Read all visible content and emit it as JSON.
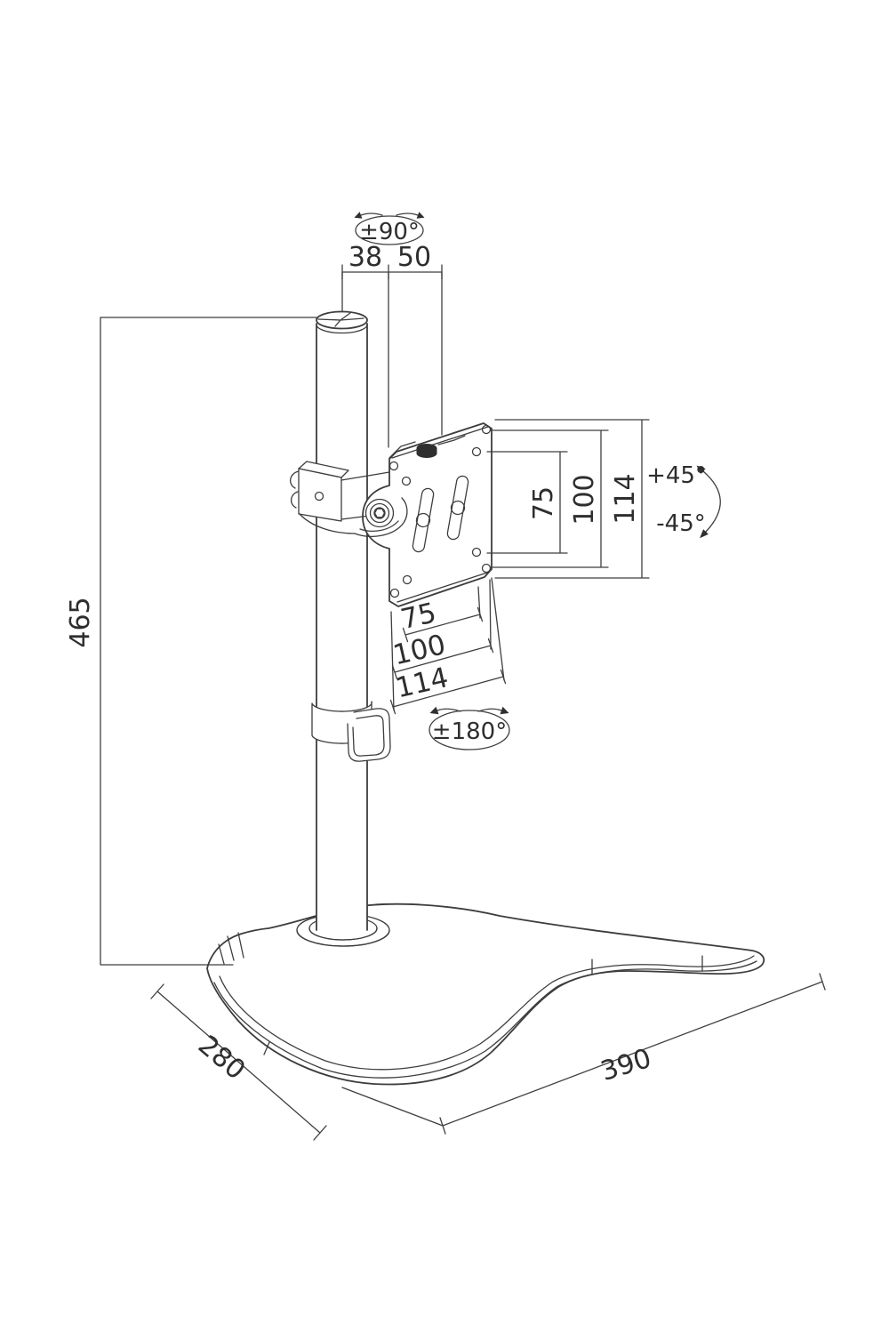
{
  "colors": {
    "background": "#ffffff",
    "line": "#3d3d3d",
    "text": "#2e2e2e",
    "knob": "#2f2f2f"
  },
  "drawing": {
    "subject": "free-standing monitor desk stand dimension drawing",
    "labels": {
      "rotation_top": "±90°",
      "top_width_left": "38",
      "top_width_right": "50",
      "pole_height": "465",
      "vesa_vertical_inner": "75",
      "vesa_vertical_middle": "100",
      "vesa_vertical_outer": "114",
      "tilt_up": "+45°",
      "tilt_down": "-45°",
      "vesa_horizontal_inner": "75",
      "vesa_horizontal_middle": "100",
      "vesa_horizontal_outer": "114",
      "rotation_mid": "±180°",
      "base_depth": "280",
      "base_width": "390"
    }
  }
}
